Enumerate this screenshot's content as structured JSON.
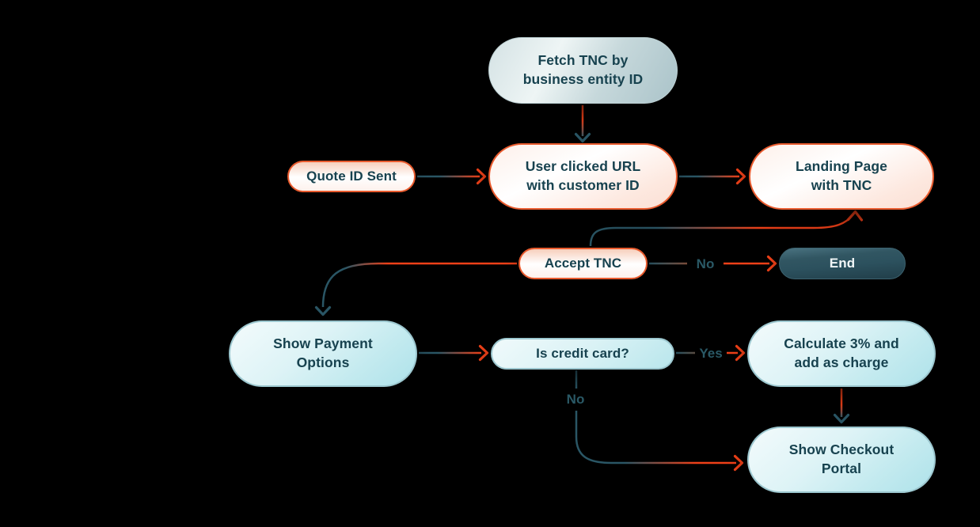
{
  "diagram": {
    "type": "flowchart",
    "background": "#000000",
    "colors": {
      "arrow_red": "#ee4018",
      "arrow_teal": "#2a5665",
      "node_text_dark": "#17424f",
      "end_node_text": "#f1f6f7",
      "pink_node_border": "#e95b2e",
      "cyan_node_border": "#9cc7cf",
      "pink_node_fill": "#fde8df",
      "cyan_node_fill": "#c3eaef",
      "gray_node_fill": "#c6d8db",
      "end_node_fill": "#2c515e"
    },
    "nodes": {
      "fetch_tnc": {
        "label": "Fetch TNC by\nbusiness entity ID"
      },
      "quote_id": {
        "label": "Quote ID Sent"
      },
      "user_clicked": {
        "label": "User clicked URL\nwith customer ID"
      },
      "landing_page": {
        "label": "Landing Page\nwith TNC"
      },
      "accept_tnc": {
        "label": "Accept TNC"
      },
      "end": {
        "label": "End"
      },
      "show_payment": {
        "label": "Show Payment\nOptions"
      },
      "is_credit": {
        "label": "Is credit card?"
      },
      "calculate": {
        "label": "Calculate 3% and\nadd as charge"
      },
      "show_checkout": {
        "label": "Show Checkout\nPortal"
      }
    },
    "edge_labels": {
      "accept_no": "No",
      "credit_yes": "Yes",
      "credit_no": "No"
    }
  }
}
